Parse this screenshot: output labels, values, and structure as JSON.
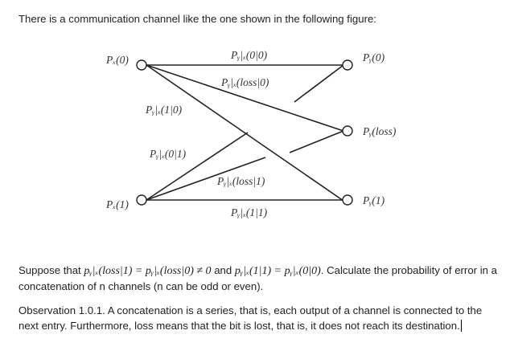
{
  "intro": "There is a communication channel like the one shown in the following figure:",
  "diagram": {
    "inputs": {
      "x0": "Pₓ(0)",
      "x1": "Pₓ(1)"
    },
    "outputs": {
      "y0": "Pᵧ(0)",
      "yloss": "Pᵧ(loss)",
      "y1": "Pᵧ(1)"
    },
    "edges": {
      "e00": "Pᵧ|ₓ(0|0)",
      "eloss0": "Pᵧ|ₓ(loss|0)",
      "e10": "Pᵧ|ₓ(1|0)",
      "e01": "Pᵧ|ₓ(0|1)",
      "eloss1": "Pᵧ|ₓ(loss|1)",
      "e11": "Pᵧ|ₓ(1|1)"
    }
  },
  "paragraph1": {
    "lead": "Suppose that ",
    "cond1": "pᵧ|ₓ(loss|1) = pᵧ|ₓ(loss|0) ≠ 0",
    "and": " and ",
    "cond2": "pᵧ|ₓ(1|1) = pᵧ|ₓ(0|0)",
    "tail": ". Calculate the probability of error in a concatenation of n channels (n can be odd or even)."
  },
  "paragraph2": "Observation 1.0.1. A concatenation is a series, that is, each output of a channel is connected to the next entry. Furthermore, loss means that the bit is lost, that is, it does not reach its destination."
}
